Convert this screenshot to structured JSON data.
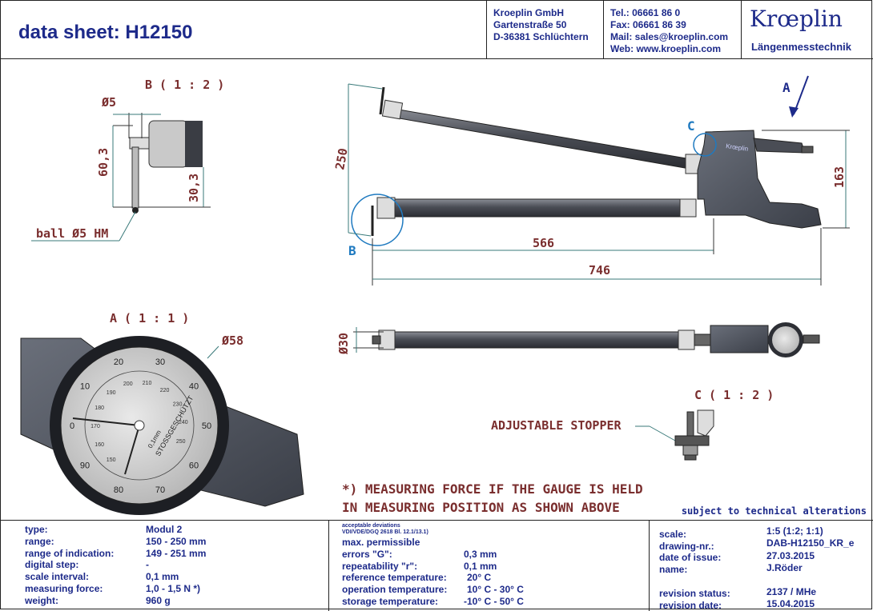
{
  "header": {
    "title": "data sheet: H12150",
    "company": [
      "Kroeplin GmbH",
      "Gartenstraße 50",
      "D-36381 Schlüchtern"
    ],
    "contact": [
      "Tel.:  06661 86 0",
      "Fax:  06661 86 39",
      "Mail: sales@kroeplin.com",
      "Web: www.kroeplin.com"
    ],
    "logo": "Krœplin",
    "logo_sub": "Längenmesstechnik"
  },
  "drawing": {
    "view_b": "B ( 1 : 2 )",
    "view_a": "A ( 1 : 1 )",
    "view_c": "C ( 1 : 2 )",
    "dim_d5": "Ø5",
    "dim_60_3": "60,3",
    "dim_30_3": "30,3",
    "ball": "ball Ø5 HM",
    "dim_250": "250",
    "dim_163": "163",
    "dim_566": "566",
    "dim_746": "746",
    "dim_d30": "Ø30",
    "dim_d58": "Ø58",
    "label_a": "A",
    "label_b": "B",
    "label_c": "C",
    "adjustable": "ADJUSTABLE STOPPER",
    "dial_inner": "0,1mm",
    "dial_brand": "STOSSGESCHÜTZT",
    "dial_outer": [
      "0",
      "10",
      "20",
      "30",
      "40",
      "50",
      "60",
      "70",
      "80",
      "90"
    ],
    "dial_inner_scale": [
      "150",
      "160",
      "170",
      "180",
      "190",
      "200",
      "210",
      "220",
      "230",
      "240",
      "250"
    ]
  },
  "notes": {
    "line1": "*) MEASURING FORCE IF THE GAUGE IS HELD",
    "line2": "IN MEASURING POSITION AS SHOWN ABOVE",
    "subject": "subject to technical alterations"
  },
  "specs": [
    {
      "k": "type:",
      "v": "Modul 2"
    },
    {
      "k": "range:",
      "v": "150 - 250 mm"
    },
    {
      "k": "range of indication:",
      "v": "149 - 251 mm"
    },
    {
      "k": "digital step:",
      "v": "-"
    },
    {
      "k": "scale interval:",
      "v": "0,1 mm"
    },
    {
      "k": "measuring force:",
      "v": "1,0 - 1,5 N   *)"
    },
    {
      "k": "weight:",
      "v": "960 g"
    }
  ],
  "deviations": {
    "heading1": "acceptable deviations",
    "heading2": "VDI/VDE/DGQ 2618 Bl. 12.1/13.1)",
    "heading3": "max. permissible",
    "rows": [
      {
        "k": "errors \"G\":",
        "v": "0,3 mm"
      },
      {
        "k": "repeatability \"r\":",
        "v": "0,1 mm"
      },
      {
        "k": "reference temperature:",
        "v": "20° C"
      },
      {
        "k": "operation temperature:",
        "v": "10° C - 30° C"
      },
      {
        "k": "storage temperature:",
        "v": "-10° C - 50° C"
      }
    ]
  },
  "meta": [
    {
      "k": "scale:",
      "v": "1:5 (1:2; 1:1)"
    },
    {
      "k": "drawing-nr.:",
      "v": "DAB-H12150_KR_e"
    },
    {
      "k": "date of issue:",
      "v": "27.03.2015"
    },
    {
      "k": "name:",
      "v": "J.Röder"
    },
    {
      "k": "revision status:",
      "v": "2137 / MHe"
    },
    {
      "k": "revision date:",
      "v": "15.04.2015"
    }
  ]
}
